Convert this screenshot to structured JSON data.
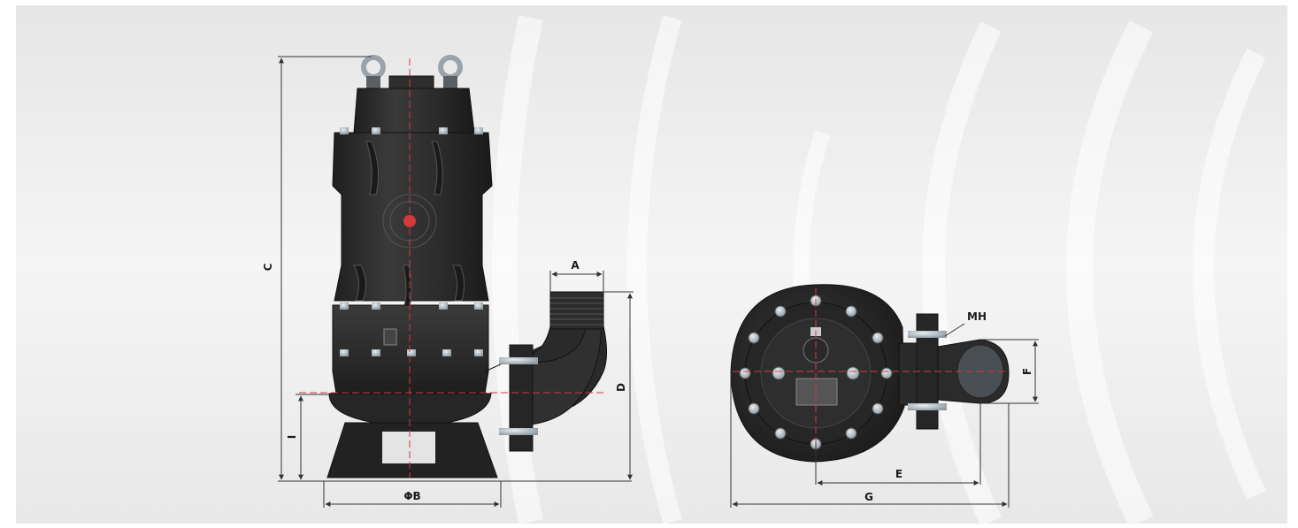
{
  "diagram": {
    "title": "",
    "views": {
      "side_view": {
        "labels": {
          "A": "A",
          "B": "ΦB",
          "C": "C",
          "D": "D",
          "I": "I"
        }
      },
      "top_view": {
        "labels": {
          "E": "E",
          "F": "F",
          "G": "G",
          "MH": "MH"
        }
      }
    }
  },
  "colors": {
    "pump_body": "#2b2b2b",
    "pump_highlight": "#4a4a4a",
    "bolt": "#b8c4cc",
    "centerline": "#d43a3a",
    "dimension_line": "#333333",
    "background_light": "#f4f4f4",
    "background_dark": "#e2e2e2"
  }
}
